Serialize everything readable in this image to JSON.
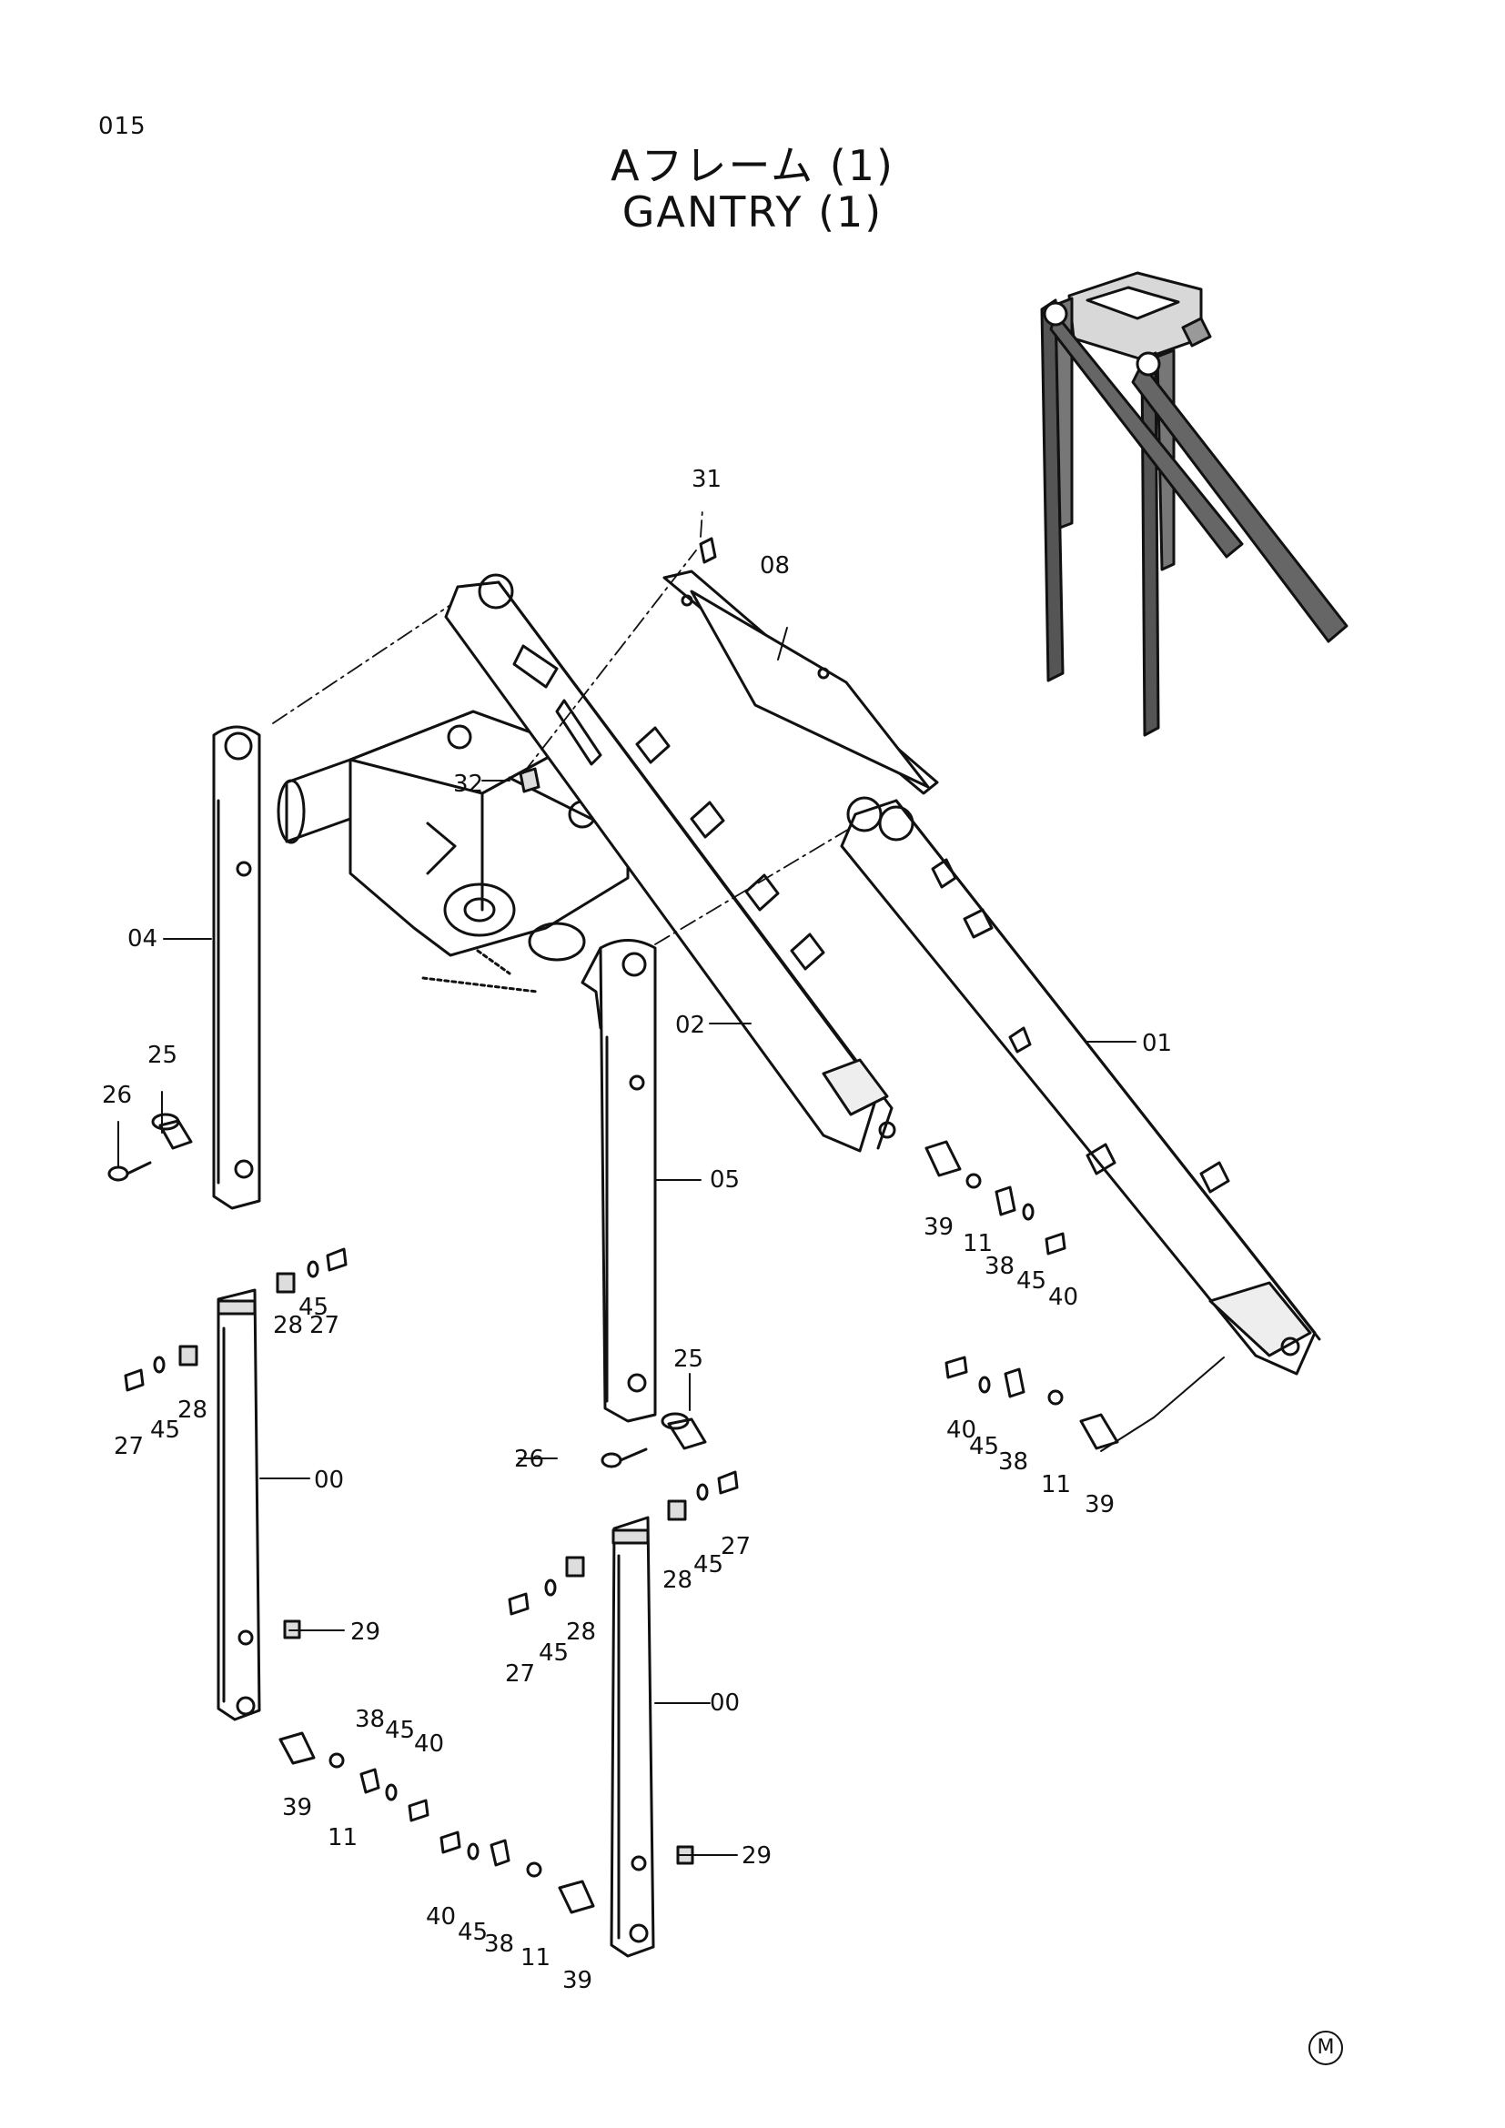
{
  "page_number": "015",
  "title_ja": "Aフレーム (1)",
  "title_en": "GANTRY (1)",
  "mark_symbol": "M",
  "callouts": [
    "31",
    "08",
    "32",
    "04",
    "25",
    "26",
    "02",
    "01",
    "05",
    "39",
    "11",
    "38",
    "45",
    "40",
    "27",
    "28",
    "00",
    "29"
  ],
  "colors": {
    "ink": "#111111",
    "paper": "#ffffff",
    "shade": "#555555"
  }
}
